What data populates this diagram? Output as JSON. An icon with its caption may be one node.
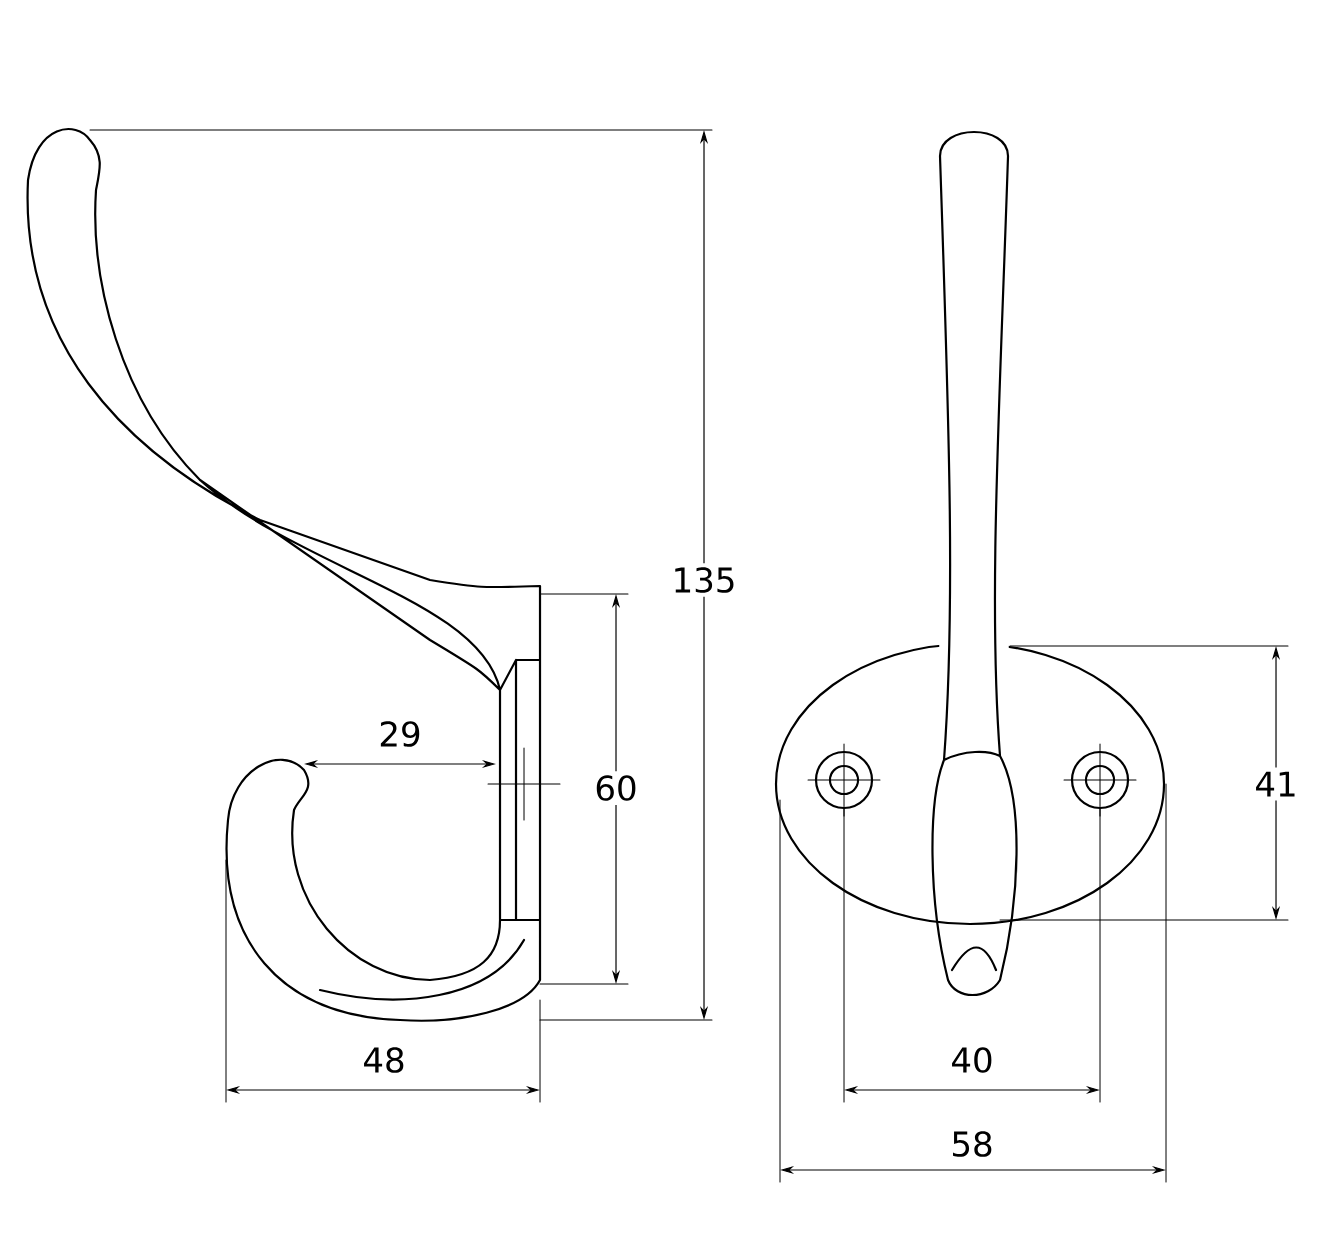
{
  "diagram": {
    "labels": [
      "135",
      "29",
      "60",
      "41",
      "48",
      "40",
      "58"
    ]
  }
}
